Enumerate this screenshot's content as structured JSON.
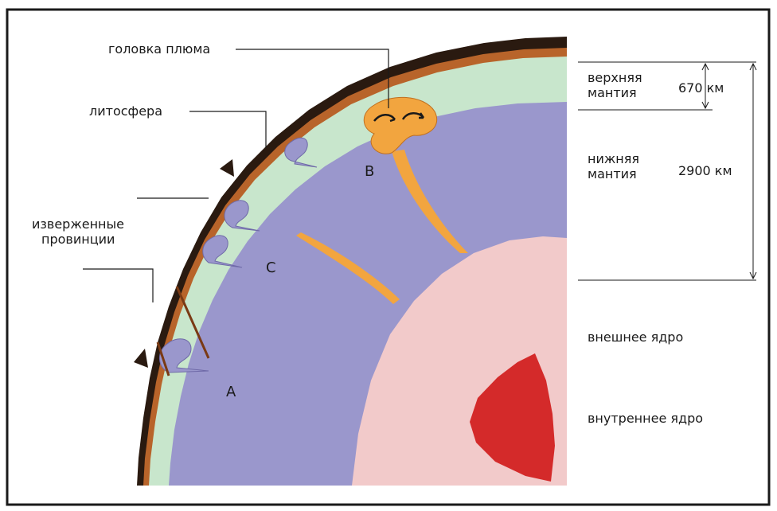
{
  "labels": {
    "plume_head": "головка плюма",
    "lithosphere": "литосфера",
    "igneous_line1": "изверженные",
    "igneous_line2": "провинции",
    "upper_mantle_line1": "верхняя",
    "upper_mantle_line2": "мантия",
    "depth_670": "670 км",
    "lower_mantle_line1": "нижняя",
    "lower_mantle_line2": "мантия",
    "depth_2900": "2900 км",
    "outer_core": "внешнее ядро",
    "inner_core": "внутреннее ядро"
  },
  "markers": {
    "a": "A",
    "b": "B",
    "c": "C"
  },
  "colors": {
    "crust": "#2a1a10",
    "crust_brown": "#b8642a",
    "upper_mantle": "#c8e6cc",
    "lower_mantle": "#9a97cc",
    "plume": "#f2a53f",
    "outer_core": "#f2caca",
    "inner_core": "#d42a2a",
    "frame": "#1a1a1a"
  }
}
